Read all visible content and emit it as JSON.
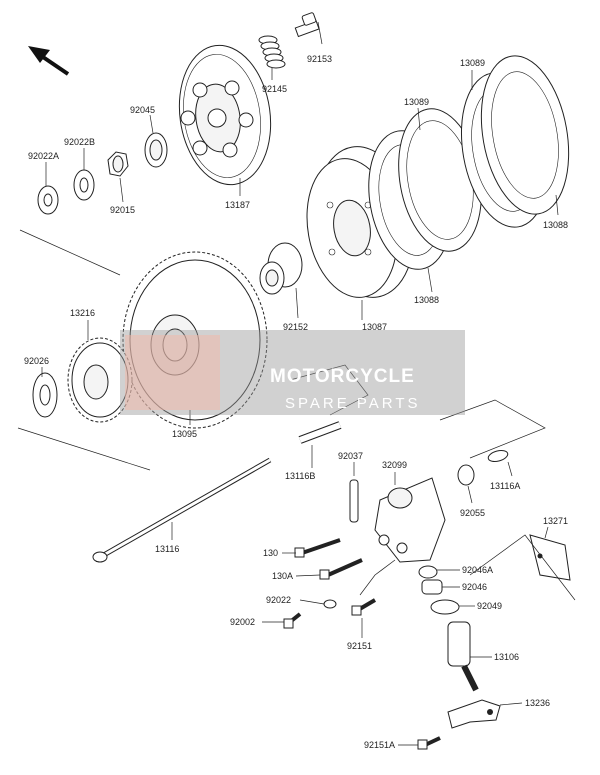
{
  "parts": [
    {
      "id": "92153",
      "label": "92153"
    },
    {
      "id": "92145",
      "label": "92145"
    },
    {
      "id": "13089a",
      "label": "13089"
    },
    {
      "id": "13089b",
      "label": "13089"
    },
    {
      "id": "92045",
      "label": "92045"
    },
    {
      "id": "92022B",
      "label": "92022B"
    },
    {
      "id": "92022A",
      "label": "92022A"
    },
    {
      "id": "92015",
      "label": "92015"
    },
    {
      "id": "13187",
      "label": "13187"
    },
    {
      "id": "13088a",
      "label": "13088"
    },
    {
      "id": "13088b",
      "label": "13088"
    },
    {
      "id": "92152",
      "label": "92152"
    },
    {
      "id": "13087",
      "label": "13087"
    },
    {
      "id": "13216",
      "label": "13216"
    },
    {
      "id": "92026",
      "label": "92026"
    },
    {
      "id": "13095",
      "label": "13095"
    },
    {
      "id": "13116B",
      "label": "13116B"
    },
    {
      "id": "92037",
      "label": "92037"
    },
    {
      "id": "32099",
      "label": "32099"
    },
    {
      "id": "13116A",
      "label": "13116A"
    },
    {
      "id": "92055",
      "label": "92055"
    },
    {
      "id": "13271",
      "label": "13271"
    },
    {
      "id": "13116",
      "label": "13116"
    },
    {
      "id": "130",
      "label": "130"
    },
    {
      "id": "130A",
      "label": "130A"
    },
    {
      "id": "92046A",
      "label": "92046A"
    },
    {
      "id": "92046",
      "label": "92046"
    },
    {
      "id": "92022",
      "label": "92022"
    },
    {
      "id": "92049",
      "label": "92049"
    },
    {
      "id": "92002",
      "label": "92002"
    },
    {
      "id": "92151",
      "label": "92151"
    },
    {
      "id": "13106",
      "label": "13106"
    },
    {
      "id": "13236",
      "label": "13236"
    },
    {
      "id": "92151A",
      "label": "92151A"
    }
  ],
  "watermark": {
    "title": "MOTORCYCLE",
    "subtitle": "SPARE PARTS",
    "color_box": "#9a9a9a",
    "color_logo": "#f3b8a8"
  },
  "direction_icon": "arrow-up-left-icon"
}
